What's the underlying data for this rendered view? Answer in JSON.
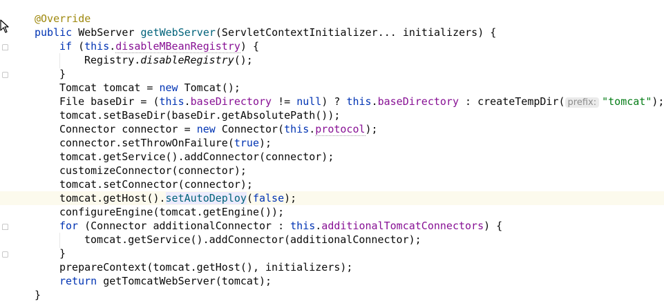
{
  "editor": {
    "lines": [
      {
        "indent": 0,
        "tokens": [
          {
            "t": "@Override",
            "c": "annotation"
          }
        ]
      },
      {
        "indent": 0,
        "tokens": [
          {
            "t": "public ",
            "c": "keyword"
          },
          {
            "t": "WebServer "
          },
          {
            "t": "getWebServer",
            "c": "method"
          },
          {
            "t": "(ServletContextInitializer... initializers) {"
          }
        ]
      },
      {
        "indent": 1,
        "tokens": [
          {
            "t": "if ",
            "c": "keyword"
          },
          {
            "t": "("
          },
          {
            "t": "this",
            "c": "keyword"
          },
          {
            "t": "."
          },
          {
            "t": "disableMBeanRegistry",
            "c": "field"
          },
          {
            "t": ") {"
          }
        ]
      },
      {
        "indent": 2,
        "tokens": [
          {
            "t": "Registry."
          },
          {
            "t": "disableRegistry",
            "c": "italic"
          },
          {
            "t": "();"
          }
        ]
      },
      {
        "indent": 1,
        "tokens": [
          {
            "t": "}"
          }
        ]
      },
      {
        "indent": 1,
        "tokens": [
          {
            "t": "Tomcat tomcat = "
          },
          {
            "t": "new ",
            "c": "keyword"
          },
          {
            "t": "Tomcat();"
          }
        ]
      },
      {
        "indent": 1,
        "tokens": [
          {
            "t": "File baseDir = ("
          },
          {
            "t": "this",
            "c": "keyword"
          },
          {
            "t": "."
          },
          {
            "t": "baseDirectory",
            "c": "field"
          },
          {
            "t": " != "
          },
          {
            "t": "null",
            "c": "keyword"
          },
          {
            "t": ") ? "
          },
          {
            "t": "this",
            "c": "keyword"
          },
          {
            "t": "."
          },
          {
            "t": "baseDirectory",
            "c": "field"
          },
          {
            "t": " : createTempDir("
          },
          {
            "t": "prefix:",
            "c": "hint"
          },
          {
            "t": "\"tomcat\"",
            "c": "string"
          },
          {
            "t": ");"
          }
        ]
      },
      {
        "indent": 1,
        "tokens": [
          {
            "t": "tomcat.setBaseDir(baseDir.getAbsolutePath());"
          }
        ]
      },
      {
        "indent": 1,
        "tokens": [
          {
            "t": "Connector connector = "
          },
          {
            "t": "new ",
            "c": "keyword"
          },
          {
            "t": "Connector("
          },
          {
            "t": "this",
            "c": "keyword"
          },
          {
            "t": "."
          },
          {
            "t": "protocol",
            "c": "field"
          },
          {
            "t": ");"
          }
        ]
      },
      {
        "indent": 1,
        "tokens": [
          {
            "t": "connector.setThrowOnFailure("
          },
          {
            "t": "true",
            "c": "keyword"
          },
          {
            "t": ");"
          }
        ]
      },
      {
        "indent": 1,
        "tokens": [
          {
            "t": "tomcat.getService().addConnector(connector);"
          }
        ]
      },
      {
        "indent": 1,
        "tokens": [
          {
            "t": "customizeConnector(connector);"
          }
        ]
      },
      {
        "indent": 1,
        "tokens": [
          {
            "t": "tomcat.setConnector(connector);"
          }
        ]
      },
      {
        "indent": 1,
        "current": true,
        "tokens": [
          {
            "t": "tomcat.getHost()."
          },
          {
            "t": "setAutoDeploy",
            "c": "hl"
          },
          {
            "t": "("
          },
          {
            "t": "false",
            "c": "keyword"
          },
          {
            "t": ");"
          }
        ]
      },
      {
        "indent": 1,
        "tokens": [
          {
            "t": "configureEngine(tomcat.getEngine());"
          }
        ]
      },
      {
        "indent": 1,
        "tokens": [
          {
            "t": "for ",
            "c": "keyword"
          },
          {
            "t": "(Connector additionalConnector : "
          },
          {
            "t": "this",
            "c": "keyword"
          },
          {
            "t": "."
          },
          {
            "t": "additionalTomcatConnectors",
            "c": "field"
          },
          {
            "t": ") {"
          }
        ]
      },
      {
        "indent": 2,
        "tokens": [
          {
            "t": "tomcat.getService().addConnector(additionalConnector);"
          }
        ]
      },
      {
        "indent": 1,
        "tokens": [
          {
            "t": "}"
          }
        ]
      },
      {
        "indent": 1,
        "tokens": [
          {
            "t": "prepareContext(tomcat.getHost(), initializers);"
          }
        ]
      },
      {
        "indent": 1,
        "tokens": [
          {
            "t": "return ",
            "c": "keyword"
          },
          {
            "t": "getTomcatWebServer(tomcat);"
          }
        ]
      },
      {
        "indent": 0,
        "tokens": [
          {
            "t": "}"
          }
        ]
      }
    ]
  },
  "icons": {
    "cursor": "mouse-pointer-icon",
    "fold": "fold-marker-icon"
  },
  "colors": {
    "keyword": "#0033b3",
    "field": "#871094",
    "method": "#00627a",
    "string": "#067d17",
    "annotation": "#9e880d",
    "current_line": "#fcfaed"
  }
}
